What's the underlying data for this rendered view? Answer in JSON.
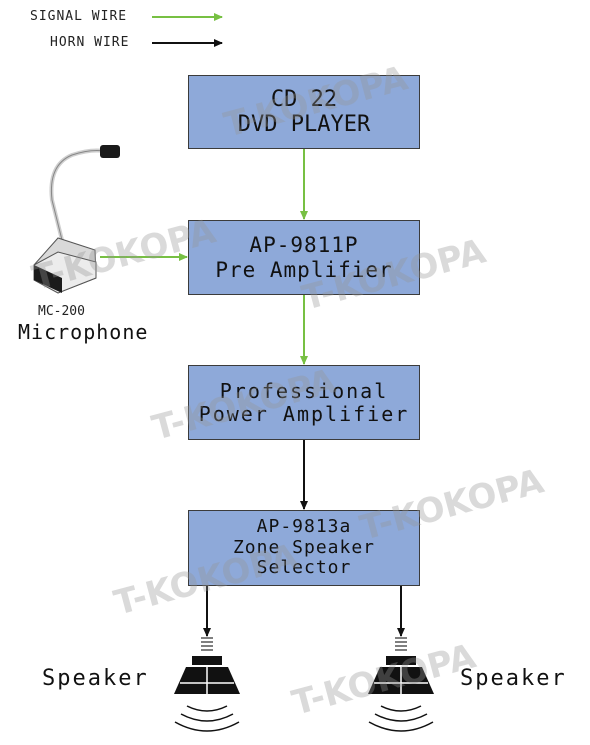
{
  "legend": {
    "signal_label": "SIGNAL WIRE",
    "horn_label": "HORN WIRE",
    "signal_color": "#77c043",
    "horn_color": "#111111"
  },
  "nodes": {
    "dvd": {
      "line1": "CD 22",
      "line2": "DVD PLAYER"
    },
    "preamp": {
      "line1": "AP-9811P",
      "line2": "Pre Amplifier"
    },
    "power": {
      "line1": "Professional",
      "line2": "Power Amplifier"
    },
    "selector": {
      "line1": "AP-9813a",
      "line2": "Zone Speaker",
      "line3": "Selector"
    }
  },
  "microphone": {
    "model": "MC-200",
    "name": "Microphone"
  },
  "speakers": {
    "left_label": "Speaker",
    "right_label": "Speaker"
  },
  "watermark": "T-KOKOPA",
  "colors": {
    "box_fill": "#8ea9d9",
    "box_border": "#3b3b3b"
  }
}
